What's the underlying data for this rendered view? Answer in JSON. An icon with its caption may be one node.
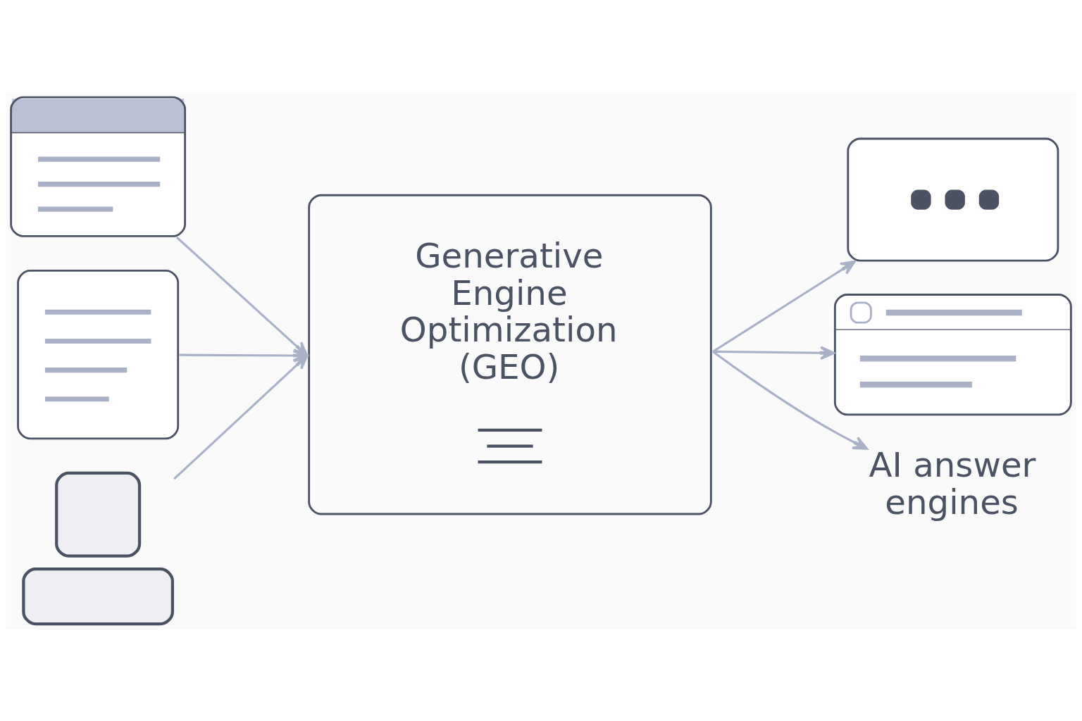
{
  "diagram": {
    "nodes": [
      {
        "text": [],
        "shape": "picture"
      },
      {
        "text": [],
        "shape": "picture"
      },
      {
        "text": [],
        "shape": "person"
      },
      {
        "text": [
          "Generative Engine Optimization (GEO)"
        ]
      },
      {
        "text": [],
        "shape": "picture"
      },
      {
        "text": [],
        "shape": "picture"
      },
      {
        "text": [
          "AI answer engines"
        ]
      }
    ],
    "edges": [
      {
        "from": 0,
        "to": 3,
        "arrow": "to"
      },
      {
        "from": 1,
        "to": 3,
        "arrow": "to"
      },
      {
        "from": 2,
        "to": 3,
        "arrow": "to"
      },
      {
        "from": 3,
        "to": 4,
        "arrow": "to"
      },
      {
        "from": 3,
        "to": 5,
        "arrow": "to"
      },
      {
        "from": 3,
        "to": 6,
        "arrow": "to"
      }
    ]
  }
}
